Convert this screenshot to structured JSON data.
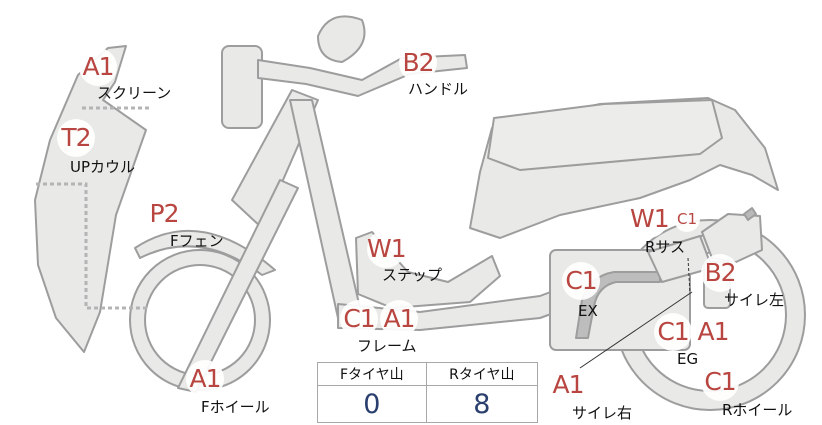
{
  "parts": {
    "screen": {
      "label": "スクリーン",
      "code": "A1"
    },
    "up_cowl": {
      "label": "UPカウル",
      "code": "T2"
    },
    "f_fender": {
      "label": "Fフェン",
      "code": "P2"
    },
    "f_wheel": {
      "label": "Fホイール",
      "code": "A1"
    },
    "handle": {
      "label": "ハンドル",
      "code": "B2"
    },
    "step": {
      "label": "ステップ",
      "code": "W1"
    },
    "frame": {
      "label": "フレーム",
      "codes": [
        "C1",
        "A1"
      ]
    },
    "r_sus": {
      "label": "Rサス",
      "code": "W1",
      "sub_code": "C1"
    },
    "ex": {
      "label": "EX",
      "code": "C1"
    },
    "muffler_l": {
      "label": "サイレ左",
      "code": "B2"
    },
    "eg": {
      "label": "EG",
      "codes": [
        "C1",
        "A1"
      ]
    },
    "muffler_r": {
      "label": "サイレ右",
      "code": "A1"
    },
    "r_wheel": {
      "label": "Rホイール",
      "code": "C1"
    }
  },
  "tread_table": {
    "front_header": "Fタイヤ山",
    "rear_header": "Rタイヤ山",
    "front_value": "0",
    "rear_value": "8"
  },
  "colors": {
    "code_red": "#b8453f",
    "part_fill": "#e9e9e7",
    "part_stroke": "#9d9d9d",
    "value_blue": "#2a3f6e"
  }
}
